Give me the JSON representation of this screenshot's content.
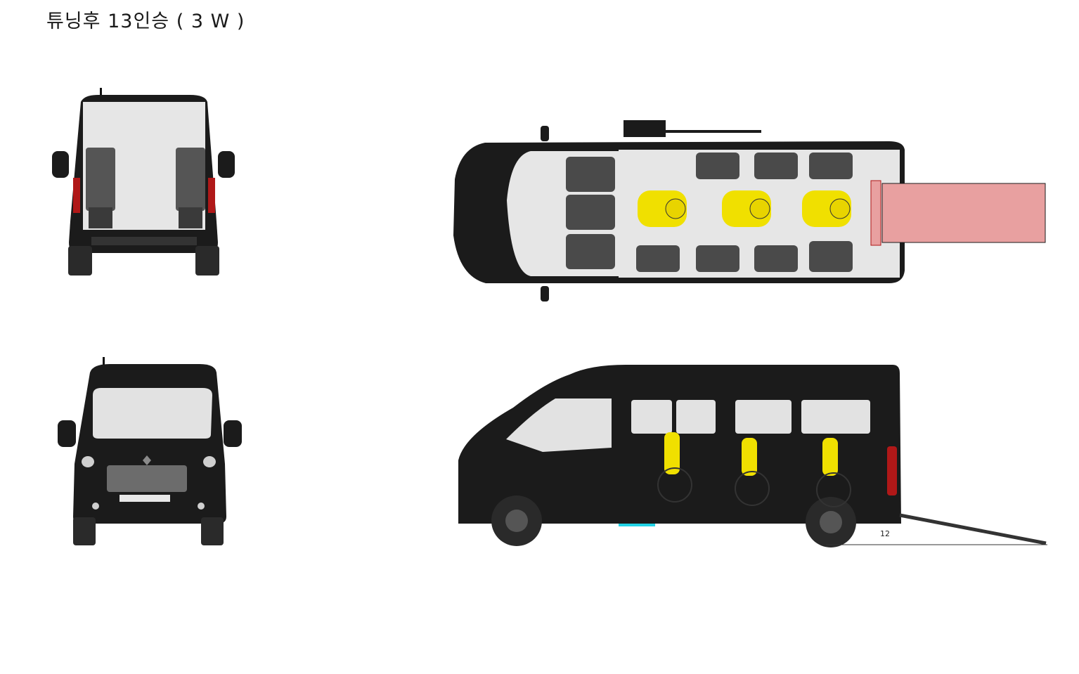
{
  "title": "튜닝후 13인승 ( 3 W )",
  "views": {
    "rear": "rear-view",
    "front": "front-view",
    "top": "top-view",
    "side": "side-view"
  },
  "dimension_label": "12",
  "colors": {
    "body": "#1b1b1b",
    "interior": "#e6e6e6",
    "seat": "#4a4a4a",
    "passenger": "#f0e000",
    "ramp": "#e8a0a0",
    "taillight": "#b01818",
    "glass": "#e2e2e2",
    "marker": "#22d3e6"
  },
  "icons": {
    "wheelchair": "wheelchair-icon",
    "ramp": "ramp-icon"
  }
}
